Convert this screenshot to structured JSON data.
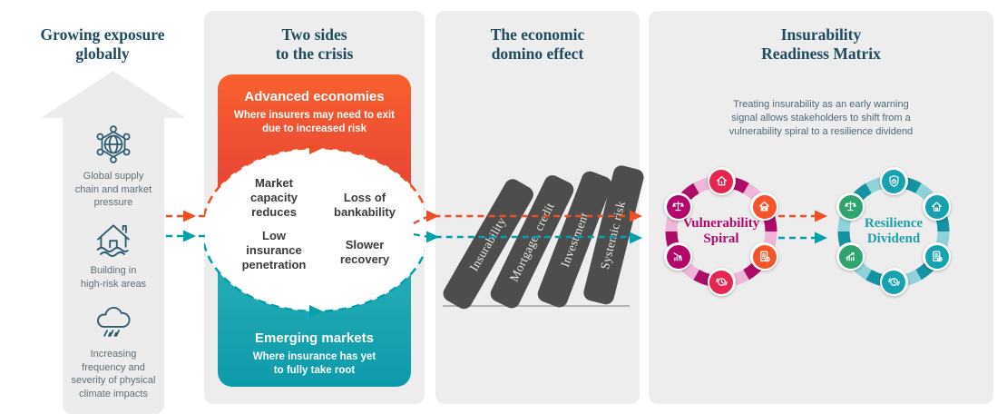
{
  "colors": {
    "accent_orange": "#f04e23",
    "accent_teal": "#00a1ad",
    "magenta": "#b5076b",
    "resilience_teal": "#1d9fab",
    "title_navy": "#1e4b5e",
    "panel_gray": "#eeedee",
    "domino_gray": "#4d4d4d",
    "crimson_node": "#e62550",
    "orange_node": "#f4562a",
    "green_node": "#2ea56f",
    "teal_node": "#17a2b0"
  },
  "panels": {
    "exposure": {
      "title": "Growing exposure\nglobally",
      "items": [
        {
          "icon": "globe-network-icon",
          "label": "Global supply\nchain and market\npressure"
        },
        {
          "icon": "house-flood-icon",
          "label": "Building in\nhigh-risk areas"
        },
        {
          "icon": "rain-cloud-icon",
          "label": "Increasing\nfrequency and\nseverity of physical\nclimate impacts"
        }
      ]
    },
    "two_sides": {
      "title": "Two sides\nto the crisis",
      "advanced_heading": "Advanced economies",
      "advanced_sub": "Where insurers may need to exit\ndue to increased risk",
      "impacts": [
        "Market\ncapacity\nreduces",
        "Loss of\nbankability",
        "Low\ninsurance\npenetration",
        "Slower\nrecovery"
      ],
      "emerging_heading": "Emerging markets",
      "emerging_sub": "Where insurance has yet\nto fully take root"
    },
    "domino": {
      "title": "The economic\ndomino effect",
      "dominoes": [
        "Insurability",
        "Mortgage, credit",
        "Investment",
        "Systemic risk"
      ]
    },
    "matrix": {
      "title": "Insurability\nReadiness Matrix",
      "description": "Treating insurability as an early warning\nsignal allows stakeholders to shift from a\nvulnerability spiral to a resilience dividend",
      "vulnerability_label": "Vulnerability\nSpiral",
      "resilience_label": "Resilience\nDividend",
      "vulnerability_icons": [
        "house-fire-icon",
        "house-people-icon",
        "document-alert-icon",
        "clock-cycle-icon",
        "chart-decline-icon",
        "scales-icon"
      ],
      "resilience_icons": [
        "shield-house-icon",
        "house-icon",
        "document-check-icon",
        "clock-icon",
        "chart-growth-icon",
        "scales-icon"
      ]
    }
  }
}
